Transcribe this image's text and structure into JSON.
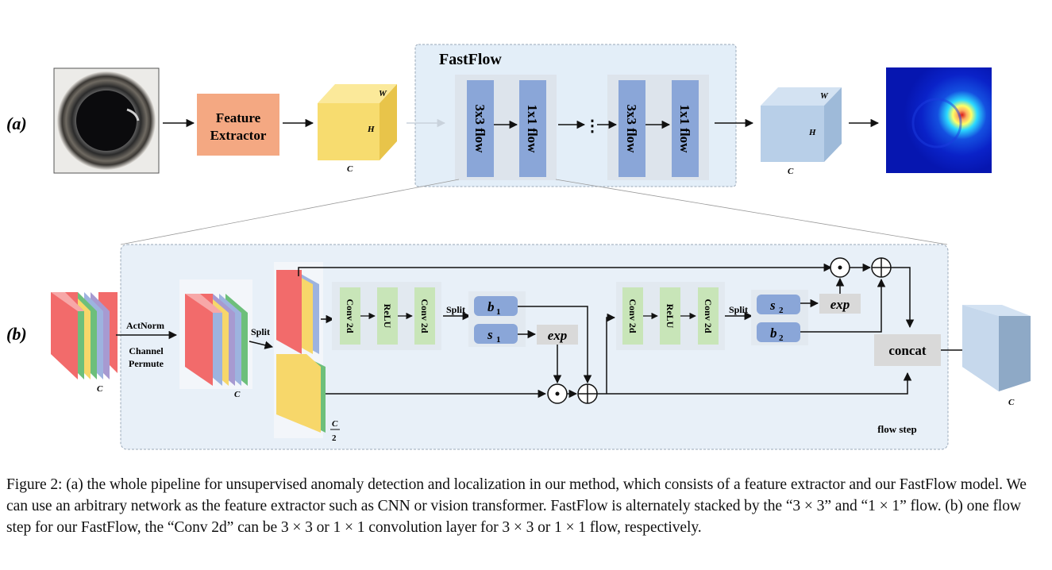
{
  "panel_a": {
    "label": "(a)",
    "feature_extractor": [
      "Feature",
      "Extractor"
    ],
    "input_cube": {
      "w": "W",
      "h": "H",
      "c": "C"
    },
    "fastflow_title": "FastFlow",
    "flows": [
      "3x3 flow",
      "1x1 flow",
      "3x3 flow",
      "1x1 flow"
    ],
    "ellipsis": "⋮",
    "output_cube": {
      "w": "W",
      "h": "H",
      "c": "C"
    }
  },
  "panel_b": {
    "label": "(b)",
    "actnorm": "ActNorm",
    "channel_permute": [
      "Channel",
      "Permute"
    ],
    "split": "Split",
    "c_label": "C",
    "half_c": {
      "num": "C",
      "den": "2"
    },
    "conv": "Conv 2d",
    "relu": "ReLU",
    "b1": "b",
    "b1_sub": "1",
    "s1": "s",
    "s1_sub": "1",
    "s2": "s",
    "s2_sub": "2",
    "b2": "b",
    "b2_sub": "2",
    "exp": "exp",
    "odot": "⊙",
    "oplus": "⊕",
    "concat": "concat",
    "flow_step": "flow step"
  },
  "colors": {
    "feature_extractor": "#f4a882",
    "yellow_cube": "#f7dc6f",
    "blue_cube": "#b8cfe8",
    "fastflow_bg": "#e3eef8",
    "flow_block": "#8aa6d8",
    "conv_block": "#c8e5b8",
    "param_block": "#8aa6d8",
    "exp_block": "#d9d9d9",
    "concat_block": "#d9d9d9",
    "stack_red": "#f26b6b",
    "stack_yellow": "#f7d76a",
    "stack_green": "#6dbf7b",
    "stack_blue": "#9db3df",
    "stack_purple": "#a79ad1"
  },
  "caption": "Figure 2: (a) the whole pipeline for unsupervised anomaly detection and localization in our method, which consists of a feature extractor and our FastFlow model. We can use an arbitrary network as the feature extractor such as CNN or vision transformer. FastFlow is alternately stacked by the “3 × 3” and “1 × 1” flow. (b) one flow step for our FastFlow, the “Conv 2d” can be 3 × 3 or 1 × 1 convolution layer for 3 × 3 or 1 × 1 flow, respectively."
}
